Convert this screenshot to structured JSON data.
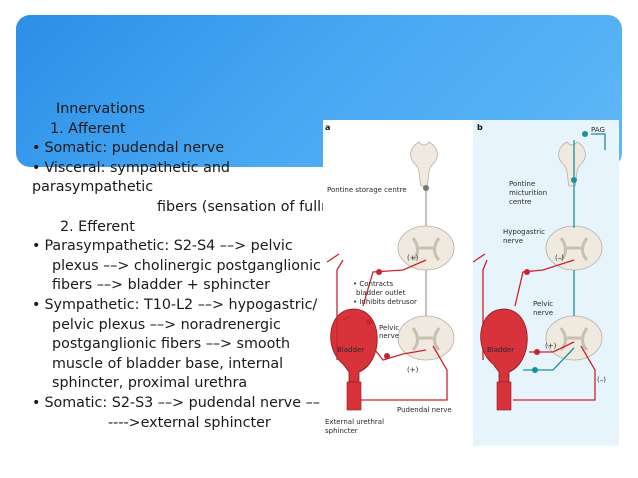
{
  "colors": {
    "banner": "#3d9bee",
    "nerve_red": "#c9242f",
    "nerve_blue": "#1a8fa0",
    "bladder": "#d8323a",
    "cord_gray": "#e8e4de"
  },
  "text_lines": [
    {
      "text": "Innervations",
      "indent": 34,
      "bullet": false
    },
    {
      "text": "1. Afferent",
      "indent": 28,
      "bullet": false
    },
    {
      "text": "Somatic: pudendal nerve",
      "indent": 10,
      "bullet": true
    },
    {
      "text": "Visceral: sympathetic and",
      "indent": 10,
      "bullet": true
    },
    {
      "text": "parasympathetic",
      "indent": 10,
      "bullet": false
    },
    {
      "text": "fibers (sensation of fullness)",
      "indent": 135,
      "bullet": false
    },
    {
      "text": "2. Efferent",
      "indent": 38,
      "bullet": false
    },
    {
      "text": "Parasympathetic: S2-S4 ––> pelvic",
      "indent": 10,
      "bullet": true
    },
    {
      "text": "plexus ––> cholinergic postganglionic",
      "indent": 30,
      "bullet": false
    },
    {
      "text": "fibers ––> bladder + sphincter",
      "indent": 30,
      "bullet": false
    },
    {
      "text": "Sympathetic: T10-L2 ––> hypogastric/",
      "indent": 10,
      "bullet": true
    },
    {
      "text": "pelvic plexus ––> noradrenergic",
      "indent": 30,
      "bullet": false
    },
    {
      "text": "postganglionic fibers ––> smooth",
      "indent": 30,
      "bullet": false
    },
    {
      "text": "muscle of bladder base, internal",
      "indent": 30,
      "bullet": false
    },
    {
      "text": "sphincter, proximal urethra",
      "indent": 30,
      "bullet": false
    },
    {
      "text": "Somatic: S2-S3 ––> pudendal nerve ––",
      "indent": 10,
      "bullet": true
    },
    {
      "text": "---->external sphincter",
      "indent": 86,
      "bullet": false
    }
  ],
  "bullet_char": "•",
  "figure": {
    "panel_a": "a",
    "panel_b": "b",
    "pontine_storage": "Pontine storage centre",
    "contracts": "• Contracts",
    "bladder_outlet": "bladder outlet",
    "inhibits_detrusor": "• Inhibits detrusor",
    "bladder_a": "Bladder",
    "pelvic_nerve_a_1": "Pelvic",
    "pelvic_nerve_a_2": "nerve",
    "plus_a_top": "(+)",
    "plus_a_bottom": "(+)",
    "pudendal_nerve": "Pudendal nerve",
    "ext_urethral_1": "External urethral",
    "ext_urethral_2": "sphincter",
    "pag": "PAG",
    "pontine_mict_1": "Pontine",
    "pontine_mict_2": "micturition",
    "pontine_mict_3": "centre",
    "hypogastric_1": "Hypogastric",
    "hypogastric_2": "nerve",
    "pelvic_nerve_b_1": "Pelvic",
    "pelvic_nerve_b_2": "nerve",
    "bladder_b": "Bladder",
    "plus_b": "(+)",
    "minus_b_top": "(–)",
    "minus_b_bottom": "(–)"
  }
}
